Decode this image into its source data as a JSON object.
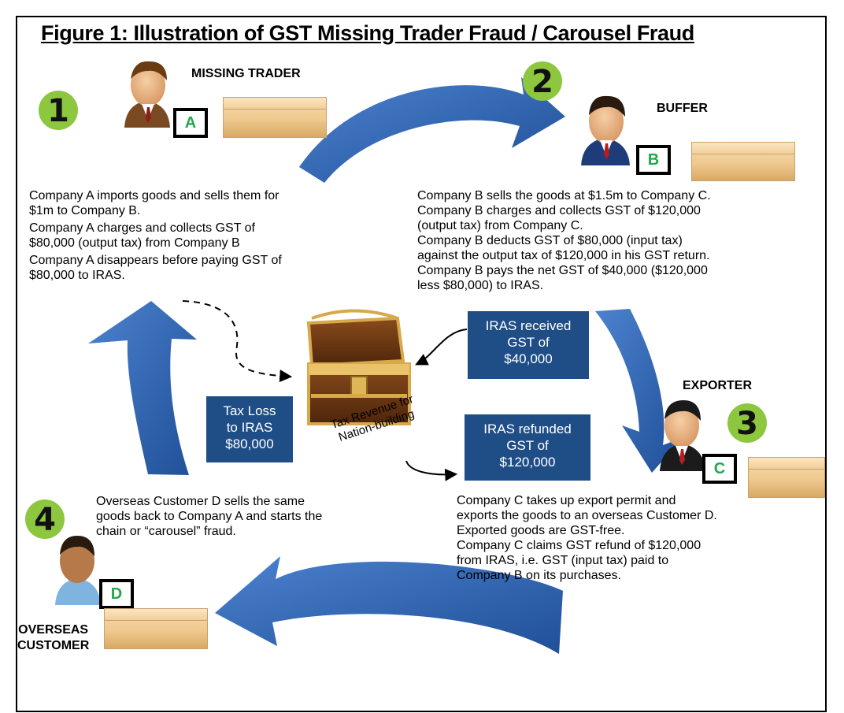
{
  "title": "Figure 1: Illustration of GST Missing Trader Fraud / Carousel Fraud",
  "roles": {
    "missing_trader": "MISSING TRADER",
    "buffer": "BUFFER",
    "exporter": "EXPORTER",
    "overseas_line1": "OVERSEAS",
    "overseas_line2": "CUSTOMER"
  },
  "steps": [
    "1",
    "2",
    "3",
    "4"
  ],
  "companies": [
    "A",
    "B",
    "C",
    "D"
  ],
  "text_a": [
    "Company A imports goods and sells them for",
    "$1m to Company B.",
    "Company A charges and collects GST of",
    "$80,000 (output tax) from Company B",
    "Company A disappears before paying GST of",
    "$80,000 to IRAS."
  ],
  "text_b": [
    "Company B sells the goods at $1.5m to Company C.",
    "Company B charges and collects GST of $120,000",
    "(output tax) from Company C.",
    "Company B deducts GST of $80,000 (input tax)",
    "against the output tax of $120,000 in his GST return.",
    "Company B pays the net GST of $40,000 ($120,000",
    "less $80,000) to IRAS."
  ],
  "text_c": [
    "Company C takes up export permit and",
    "exports the goods to an overseas Customer D.",
    "Exported goods are GST-free.",
    "Company C claims GST refund of $120,000",
    "from IRAS, i.e. GST (input tax) paid to",
    "Company B on its purchases."
  ],
  "text_d": [
    "Overseas Customer D sells the same",
    "goods back to Company A and starts the",
    "chain or “carousel” fraud."
  ],
  "boxes": {
    "received": [
      "IRAS received",
      "GST of",
      "$40,000"
    ],
    "refunded": [
      "IRAS refunded",
      "GST of",
      "$120,000"
    ],
    "loss": [
      "Tax Loss",
      "to IRAS",
      "$80,000"
    ]
  },
  "chest_label": [
    "Tax Revenue for",
    "Nation-building"
  ],
  "colors": {
    "arrow_blue": "#2e63b0",
    "box_blue": "#1f4e87",
    "badge_green": "#8dc63f",
    "letter_green": "#22a84a"
  },
  "icons": [
    "person-icon",
    "crate-icon",
    "treasure-chest-icon"
  ]
}
